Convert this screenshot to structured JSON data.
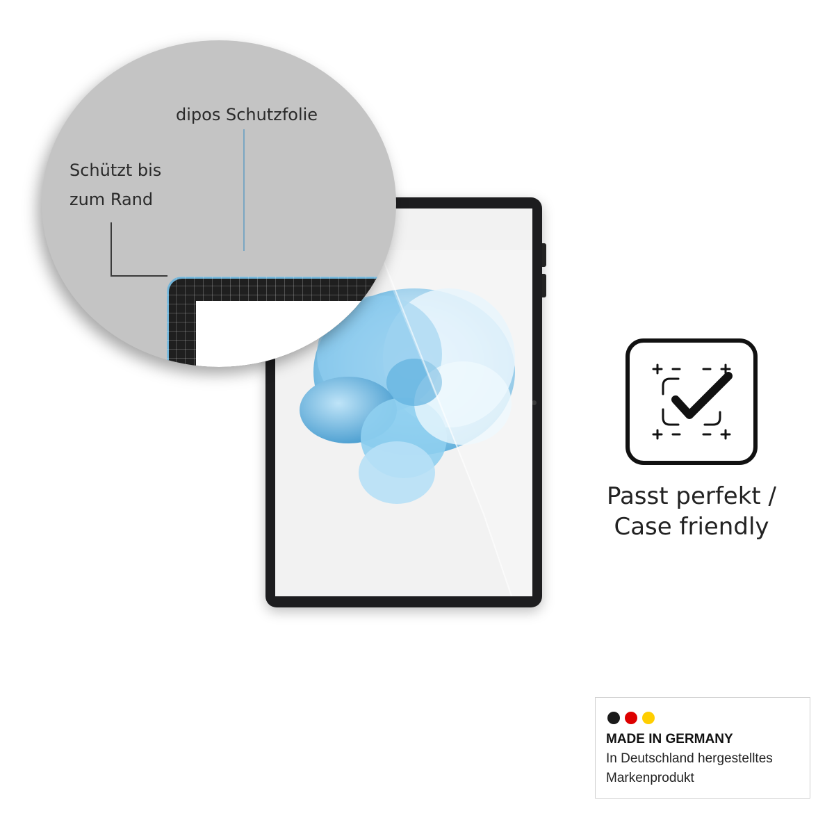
{
  "callouts": {
    "schutzfolie": "dipos Schutzfolie",
    "rand_line1": "Schützt bis",
    "rand_line2": "zum Rand"
  },
  "feature": {
    "line1": "Passt perfekt /",
    "line2": "Case friendly",
    "icon": "case-friendly-check-icon"
  },
  "badge": {
    "title": "MADE IN GERMANY",
    "subtitle_line1": "In Deutschland hergestelltes",
    "subtitle_line2": "Markenprodukt",
    "flag_colors": [
      "#1a1a1a",
      "#dd0000",
      "#ffce00"
    ]
  },
  "colors": {
    "magnifier_bg": "#c4c4c4",
    "callout_line": "#7aa6c2",
    "flower": "#7cc3ea"
  }
}
